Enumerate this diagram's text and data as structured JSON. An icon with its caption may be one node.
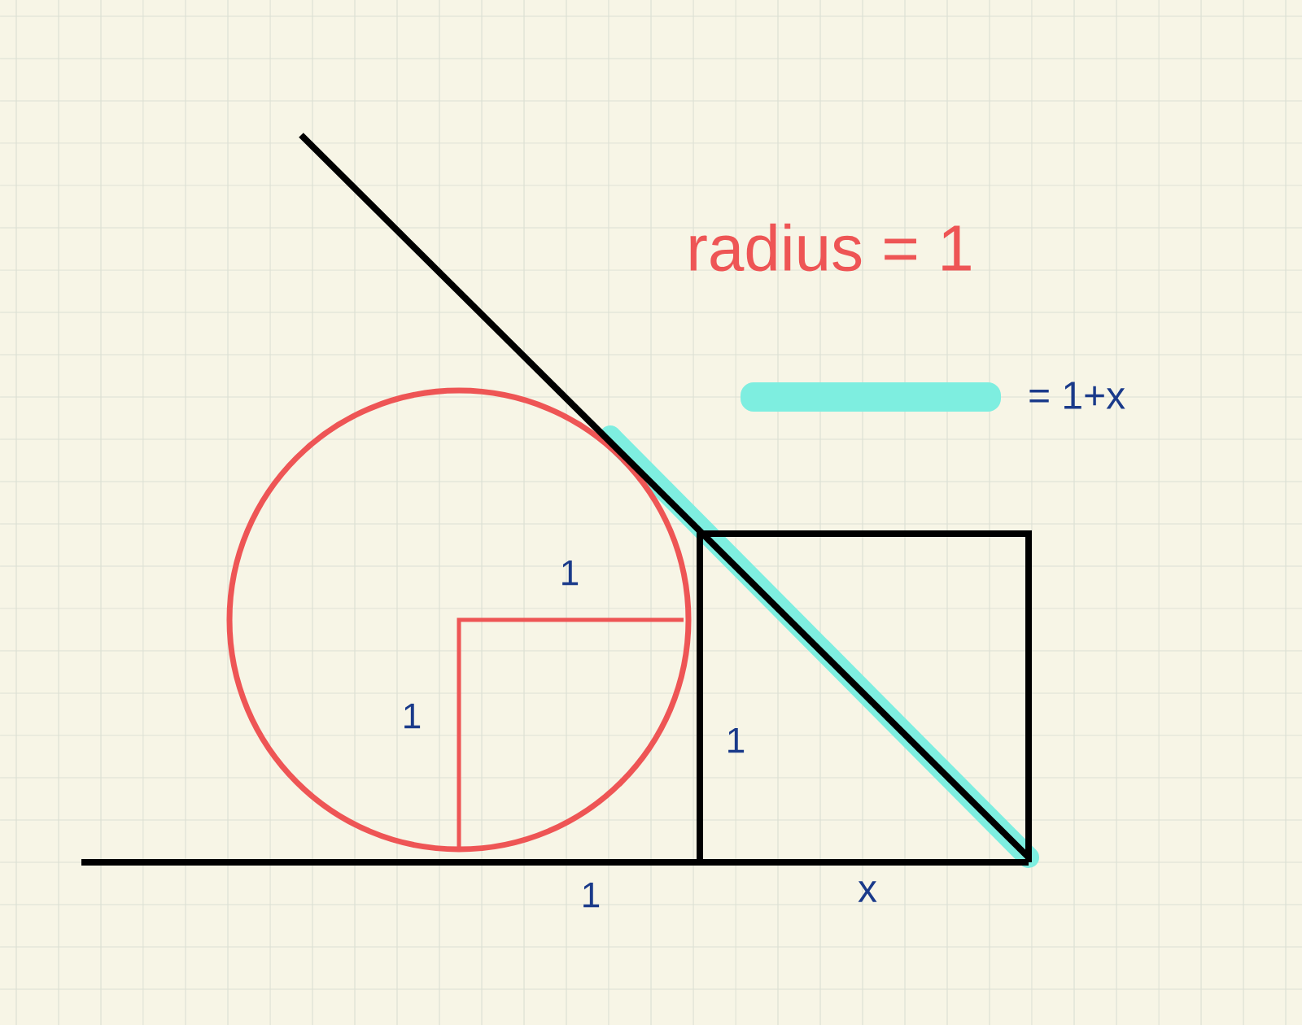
{
  "diagram": {
    "labels": [
      "radius = 1",
      "1",
      "1",
      "1",
      "1",
      "x"
    ],
    "legend": [
      {
        "text": "= 1+x",
        "color": "#7eeee0"
      }
    ]
  }
}
